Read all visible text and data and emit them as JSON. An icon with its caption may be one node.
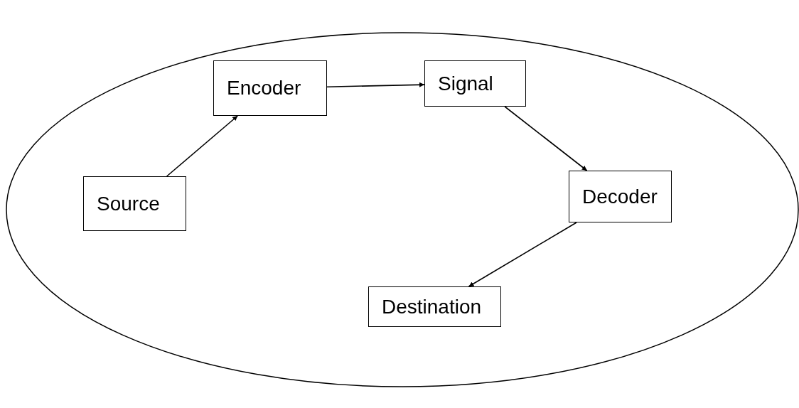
{
  "diagram": {
    "nodes": [
      {
        "text": [],
        "shape": "ellipse"
      },
      {
        "text": [
          "Encoder"
        ],
        "in": 0
      },
      {
        "text": [
          "Signal"
        ],
        "in": 0
      },
      {
        "text": [
          "Source"
        ],
        "in": 0
      },
      {
        "text": [
          "Decoder"
        ],
        "in": 0
      },
      {
        "text": [
          "Destination"
        ],
        "in": 0
      }
    ],
    "edges": [
      {
        "from": 3,
        "to": 1,
        "arrow": "to"
      },
      {
        "from": 1,
        "to": 2,
        "arrow": "to"
      },
      {
        "from": 2,
        "to": 4,
        "arrow": "to"
      },
      {
        "from": 4,
        "to": 5,
        "arrow": "to"
      }
    ]
  }
}
